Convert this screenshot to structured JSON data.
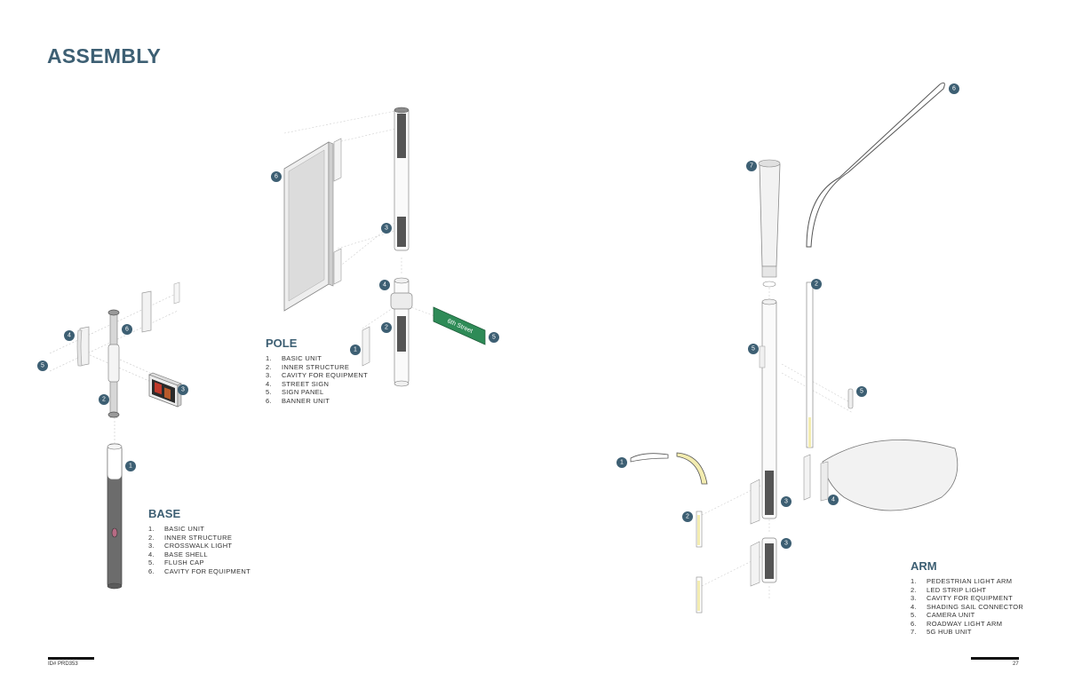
{
  "title": "ASSEMBLY",
  "base": {
    "heading": "BASE",
    "items": [
      {
        "num": "1.",
        "label": "BASIC UNIT"
      },
      {
        "num": "2.",
        "label": "INNER STRUCTURE"
      },
      {
        "num": "3.",
        "label": "CROSSWALK LIGHT"
      },
      {
        "num": "4.",
        "label": "BASE SHELL"
      },
      {
        "num": "5.",
        "label": "FLUSH CAP"
      },
      {
        "num": "6.",
        "label": "CAVITY FOR EQUIPMENT"
      }
    ]
  },
  "pole": {
    "heading": "POLE",
    "items": [
      {
        "num": "1.",
        "label": "BASIC UNIT"
      },
      {
        "num": "2.",
        "label": "INNER STRUCTURE"
      },
      {
        "num": "3.",
        "label": "CAVITY FOR EQUIPMENT"
      },
      {
        "num": "4.",
        "label": "STREET SIGN"
      },
      {
        "num": "5.",
        "label": "SIGN PANEL"
      },
      {
        "num": "6.",
        "label": "BANNER UNIT"
      }
    ],
    "street_sign_text": "6th Street"
  },
  "arm": {
    "heading": "ARM",
    "items": [
      {
        "num": "1.",
        "label": "PEDESTRIAN LIGHT ARM"
      },
      {
        "num": "2.",
        "label": "LED STRIP LIGHT"
      },
      {
        "num": "3.",
        "label": "CAVITY FOR EQUIPMENT"
      },
      {
        "num": "4.",
        "label": "SHADING SAIL CONNECTOR"
      },
      {
        "num": "5.",
        "label": "CAMERA UNIT"
      },
      {
        "num": "6.",
        "label": "ROADWAY LIGHT ARM"
      },
      {
        "num": "7.",
        "label": "5G HUB UNIT"
      }
    ]
  },
  "callouts": {
    "base": [
      "1",
      "2",
      "3",
      "4",
      "5",
      "6"
    ],
    "pole": [
      "1",
      "2",
      "3",
      "4",
      "5",
      "6"
    ],
    "arm": [
      "1",
      "2",
      "2",
      "3",
      "3",
      "4",
      "5",
      "5",
      "6",
      "7"
    ]
  },
  "footer": {
    "left": "ID# PRD353",
    "right": "27"
  },
  "colors": {
    "accent": "#3d5f73",
    "sign_green": "#2e8b57",
    "led_yellow": "#f3ecb0"
  }
}
